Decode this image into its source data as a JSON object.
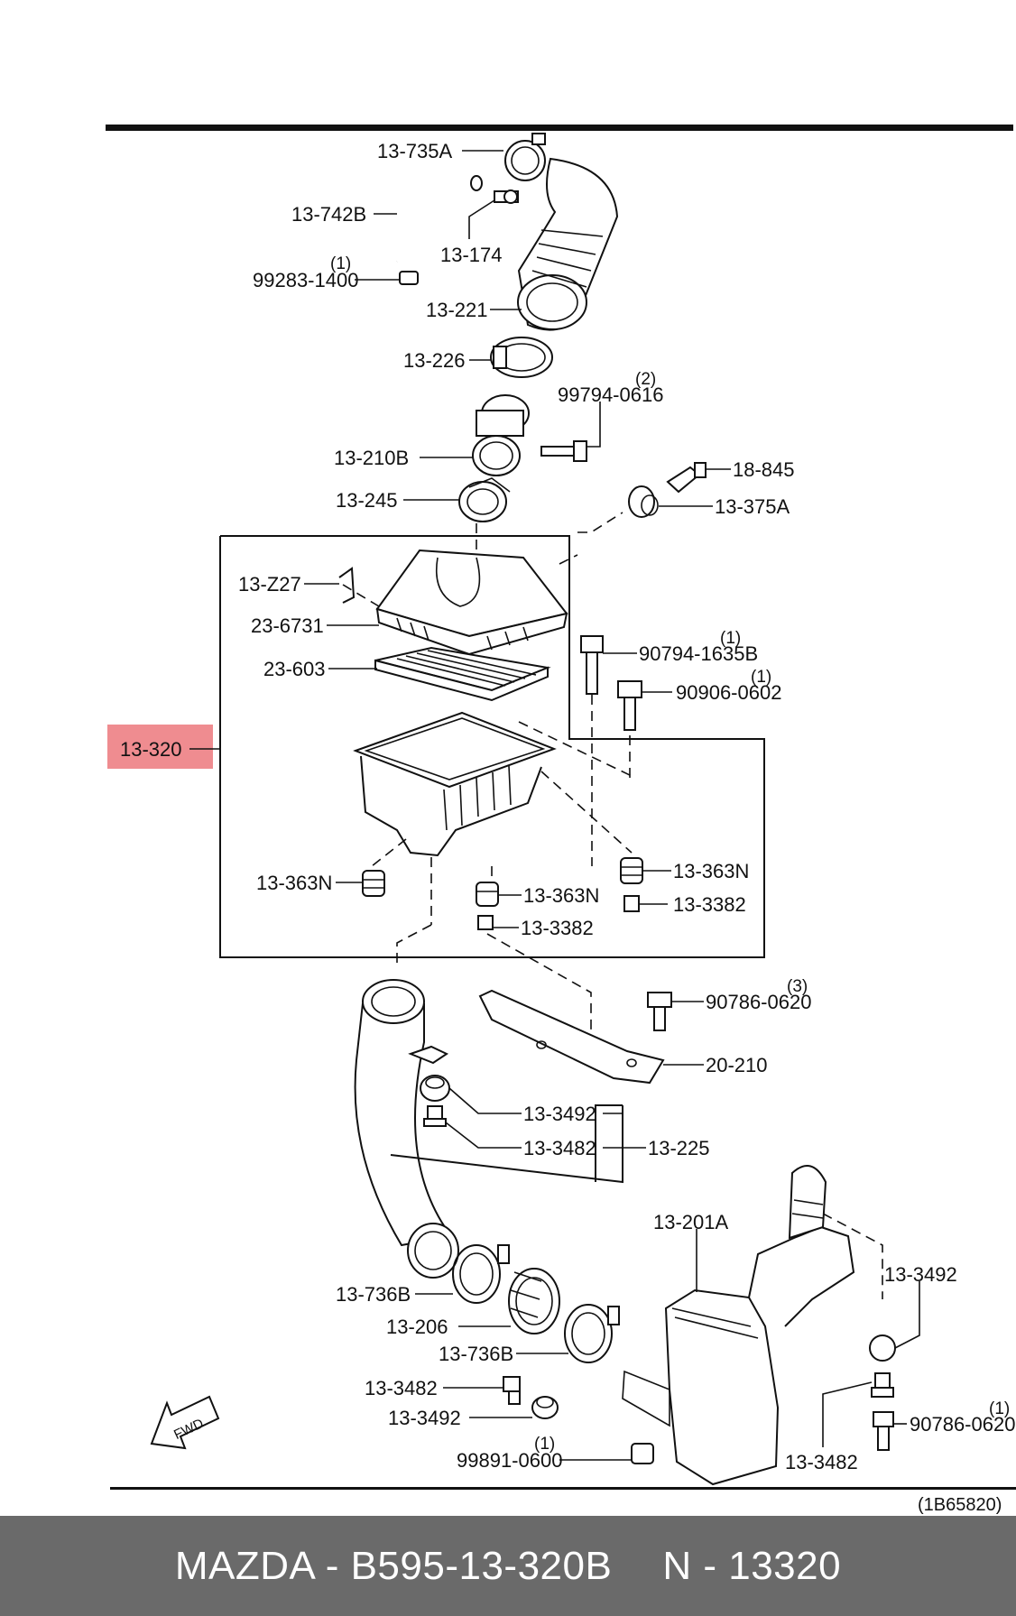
{
  "diagram": {
    "labels": [
      {
        "id": "p13_735a",
        "text": "13-735A"
      },
      {
        "id": "p13_742b",
        "text": "13-742B"
      },
      {
        "id": "p13_174",
        "text": "13-174"
      },
      {
        "id": "p99283_1400",
        "text": "99283-1400"
      },
      {
        "id": "p13_221",
        "text": "13-221"
      },
      {
        "id": "p13_226",
        "text": "13-226"
      },
      {
        "id": "p99794_0616",
        "text": "99794-0616"
      },
      {
        "id": "p13_210b",
        "text": "13-210B"
      },
      {
        "id": "p13_245",
        "text": "13-245"
      },
      {
        "id": "p18_845",
        "text": "18-845"
      },
      {
        "id": "p13_375a",
        "text": "13-375A"
      },
      {
        "id": "p13_z27",
        "text": "13-Z27"
      },
      {
        "id": "p23_6731",
        "text": "23-6731"
      },
      {
        "id": "p23_603",
        "text": "23-603"
      },
      {
        "id": "p90794_1635b",
        "text": "90794-1635B"
      },
      {
        "id": "p90906_0602",
        "text": "90906-0602"
      },
      {
        "id": "p13_320",
        "text": "13-320"
      },
      {
        "id": "p13_363n_a",
        "text": "13-363N"
      },
      {
        "id": "p13_363n_b",
        "text": "13-363N"
      },
      {
        "id": "p13_363n_c",
        "text": "13-363N"
      },
      {
        "id": "p13_3382_a",
        "text": "13-3382"
      },
      {
        "id": "p13_3382_b",
        "text": "13-3382"
      },
      {
        "id": "p90786_0620_a",
        "text": "90786-0620"
      },
      {
        "id": "p20_210",
        "text": "20-210"
      },
      {
        "id": "p13_3492_a",
        "text": "13-3492"
      },
      {
        "id": "p13_3482_a",
        "text": "13-3482"
      },
      {
        "id": "p13_225",
        "text": "13-225"
      },
      {
        "id": "p13_201a",
        "text": "13-201A"
      },
      {
        "id": "p13_3492_b",
        "text": "13-3492"
      },
      {
        "id": "p13_736b_a",
        "text": "13-736B"
      },
      {
        "id": "p13_206",
        "text": "13-206"
      },
      {
        "id": "p13_736b_b",
        "text": "13-736B"
      },
      {
        "id": "p13_3482_b",
        "text": "13-3482"
      },
      {
        "id": "p13_3492_c",
        "text": "13-3492"
      },
      {
        "id": "p99891_0600",
        "text": "99891-0600"
      },
      {
        "id": "p90786_0620_b",
        "text": "90786-0620"
      },
      {
        "id": "p13_3482_c",
        "text": "13-3482"
      }
    ],
    "quantities": [
      {
        "id": "q99283",
        "text": "(1)"
      },
      {
        "id": "q99794",
        "text": "(2)"
      },
      {
        "id": "q90794",
        "text": "(1)"
      },
      {
        "id": "q90906",
        "text": "(1)"
      },
      {
        "id": "q90786a",
        "text": "(3)"
      },
      {
        "id": "q99891",
        "text": "(1)"
      },
      {
        "id": "q90786b",
        "text": "(1)"
      }
    ],
    "highlighted_part": "13-320",
    "highlight_color": "#ef8c90",
    "fwd_label": "FWD",
    "diagram_code": "(1B65820)"
  },
  "footer": {
    "brand_part": "MAZDA - B595-13-320B",
    "number": "N - 13320",
    "background": "#6a6a6a"
  }
}
